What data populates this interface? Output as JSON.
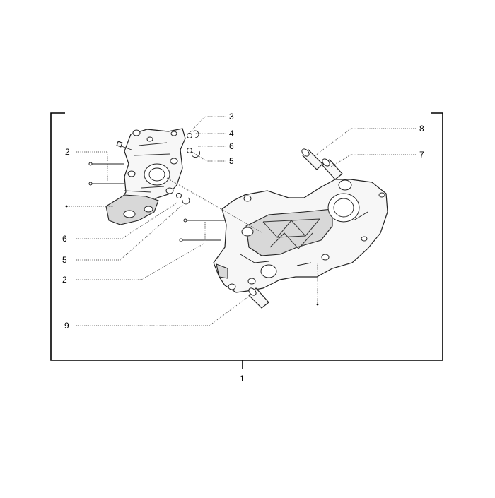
{
  "callouts": {
    "c1": "1",
    "c2a": "2",
    "c2b": "2",
    "c3": "3",
    "c4": "4",
    "c5a": "5",
    "c5b": "5",
    "c6a": "6",
    "c6b": "6",
    "c7": "7",
    "c8": "8",
    "c9": "9"
  }
}
